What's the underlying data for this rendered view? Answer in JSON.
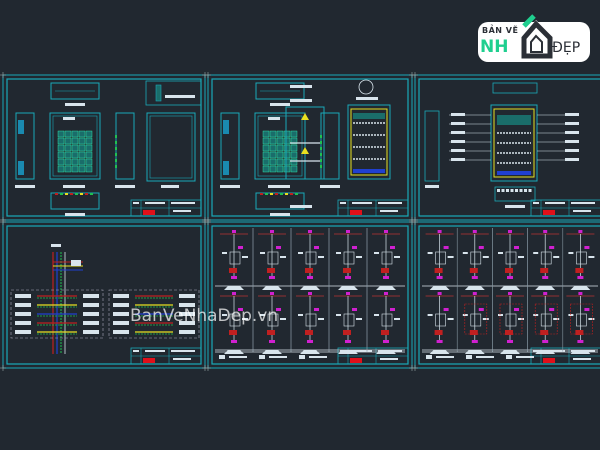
{
  "logo": {
    "line1": "BẢN VẼ",
    "line2": "NHÀ",
    "line3": "ĐẸP",
    "accent": "#1fcf8f",
    "dark": "#2b2f36"
  },
  "watermark": "BanVeNhaDep.vn",
  "colors": {
    "background": "#212830",
    "frame": "#19a9b8",
    "titleblock_red": "#e0101a",
    "lines": "#d8e4ec",
    "magenta": "#d020d0",
    "yellow": "#e8e020",
    "green": "#20c050",
    "blue": "#2040d0",
    "red": "#c02020"
  },
  "sheets": [
    {
      "id": "cabinet-layout-1"
    },
    {
      "id": "cabinet-layout-2"
    },
    {
      "id": "cabinet-layout-3"
    },
    {
      "id": "wiring-diagram"
    },
    {
      "id": "single-line-1"
    },
    {
      "id": "single-line-2"
    }
  ]
}
